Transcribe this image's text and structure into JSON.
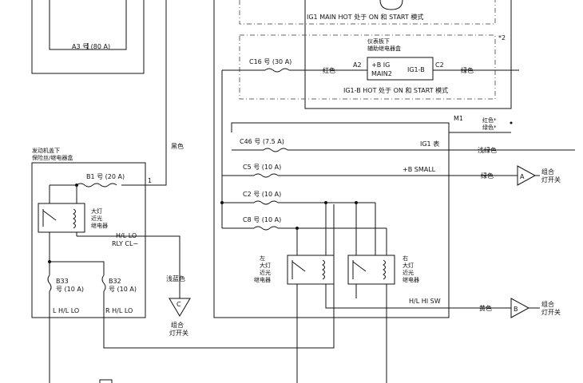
{
  "boxes": {
    "engine_box_l1": "发动机盖下",
    "engine_box_l2": "保险丝/继电器盒",
    "dash_box_l1": "仪表板下",
    "dash_box_l2": "辅助继电器盒"
  },
  "modes": {
    "ig1_main": "IG1 MAIN HOT 处于 ON 和 START 模式",
    "ig1_b": "IG1-B HOT 处于 ON 和 START 模式"
  },
  "fuses": {
    "a3": "A3 号 (80 A)",
    "c16": "C16 号 (30 A)",
    "c46": "C46 号 (7.5 A)",
    "c5": "C5 号 (10 A)",
    "c2": "C2 号 (10 A)",
    "c8": "C8 号 (10 A)",
    "b1": "B1 号 (20 A)",
    "b33_l1": "B33",
    "b33_l2": "号 (10 A)",
    "b32_l1": "B32",
    "b32_l2": "号 (10 A)"
  },
  "relay_main": {
    "label": "+B IG",
    "label2": "MAIN2",
    "out": "IG1-B",
    "pin_a2": "A2",
    "pin_c2": "C2"
  },
  "wire_labels": {
    "red1": "红色",
    "green1": "绿色",
    "red_star": "红色*",
    "green_star": "绿色*",
    "black": "黑色",
    "ltgreen": "浅绿色",
    "green2": "绿色",
    "yellow": "黄色",
    "ltblue": "浅蓝色"
  },
  "signals": {
    "m1": "M1",
    "ig1": "IG1 表",
    "b_small": "+B SMALL",
    "hl_hi_sw": "H/L HI SW",
    "rly_cl_1": "H/L LO",
    "rly_cl_2": "RLY CL−",
    "lhl_lo": "L H/L LO",
    "rhl_lo": "R H/L LO",
    "pin1": "1",
    "star2": "*2"
  },
  "relays": {
    "headlight_lo": [
      "大灯",
      "近光",
      "继电器"
    ],
    "left_lo": [
      "左",
      "大灯",
      "近光",
      "继电器"
    ],
    "right_lo": [
      "右",
      "大灯",
      "近光",
      "继电器"
    ]
  },
  "connectors": {
    "a": {
      "letter": "A",
      "l1": "组合",
      "l2": "灯开关"
    },
    "b": {
      "letter": "B",
      "l1": "组合",
      "l2": "灯开关"
    },
    "c": {
      "letter": "C",
      "l1": "组合",
      "l2": "灯开关"
    }
  }
}
